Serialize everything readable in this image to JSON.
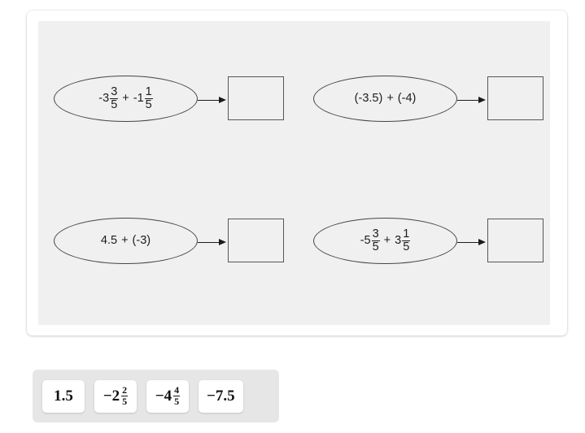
{
  "colors": {
    "page_background": "#ffffff",
    "card_background": "#ffffff",
    "panel_background": "#f0f0f0",
    "bank_background": "#e6e6e6",
    "tile_background": "#ffffff",
    "ellipse_border": "#454545",
    "dropbox_border": "#565656",
    "text": "#1c1c1c"
  },
  "exercise": {
    "problems": [
      {
        "id": "problem-1",
        "expression_text": "-3 3/5 + -1 1/5",
        "terms": [
          {
            "type": "mixed",
            "whole": "-3",
            "numerator": "3",
            "denominator": "5"
          },
          {
            "type": "operator",
            "symbol": "+"
          },
          {
            "type": "mixed",
            "whole": "-1",
            "numerator": "1",
            "denominator": "5"
          }
        ],
        "answer_value": ""
      },
      {
        "id": "problem-2",
        "expression_text": "(-3.5) + (-4)",
        "terms": [
          {
            "type": "plain",
            "text": "(-3.5)"
          },
          {
            "type": "operator",
            "symbol": "+"
          },
          {
            "type": "plain",
            "text": "(-4)"
          }
        ],
        "answer_value": ""
      },
      {
        "id": "problem-3",
        "expression_text": "4.5 + (-3)",
        "terms": [
          {
            "type": "plain",
            "text": "4.5"
          },
          {
            "type": "operator",
            "symbol": "+"
          },
          {
            "type": "plain",
            "text": "(-3)"
          }
        ],
        "answer_value": ""
      },
      {
        "id": "problem-4",
        "expression_text": "-5 3/5 + 3 1/5",
        "terms": [
          {
            "type": "mixed",
            "whole": "-5",
            "numerator": "3",
            "denominator": "5"
          },
          {
            "type": "operator",
            "symbol": "+"
          },
          {
            "type": "mixed",
            "whole": "3",
            "numerator": "1",
            "denominator": "5"
          }
        ],
        "answer_value": ""
      }
    ]
  },
  "answer_bank": {
    "tiles": [
      {
        "id": "tile-1",
        "label": "1.5",
        "whole": "1.5",
        "numerator": "",
        "denominator": ""
      },
      {
        "id": "tile-2",
        "label": "-2 2/5",
        "whole": "−2",
        "numerator": "2",
        "denominator": "5"
      },
      {
        "id": "tile-3",
        "label": "-4 4/5",
        "whole": "−4",
        "numerator": "4",
        "denominator": "5"
      },
      {
        "id": "tile-4",
        "label": "-7.5",
        "whole": "−7.5",
        "numerator": "",
        "denominator": ""
      }
    ]
  }
}
